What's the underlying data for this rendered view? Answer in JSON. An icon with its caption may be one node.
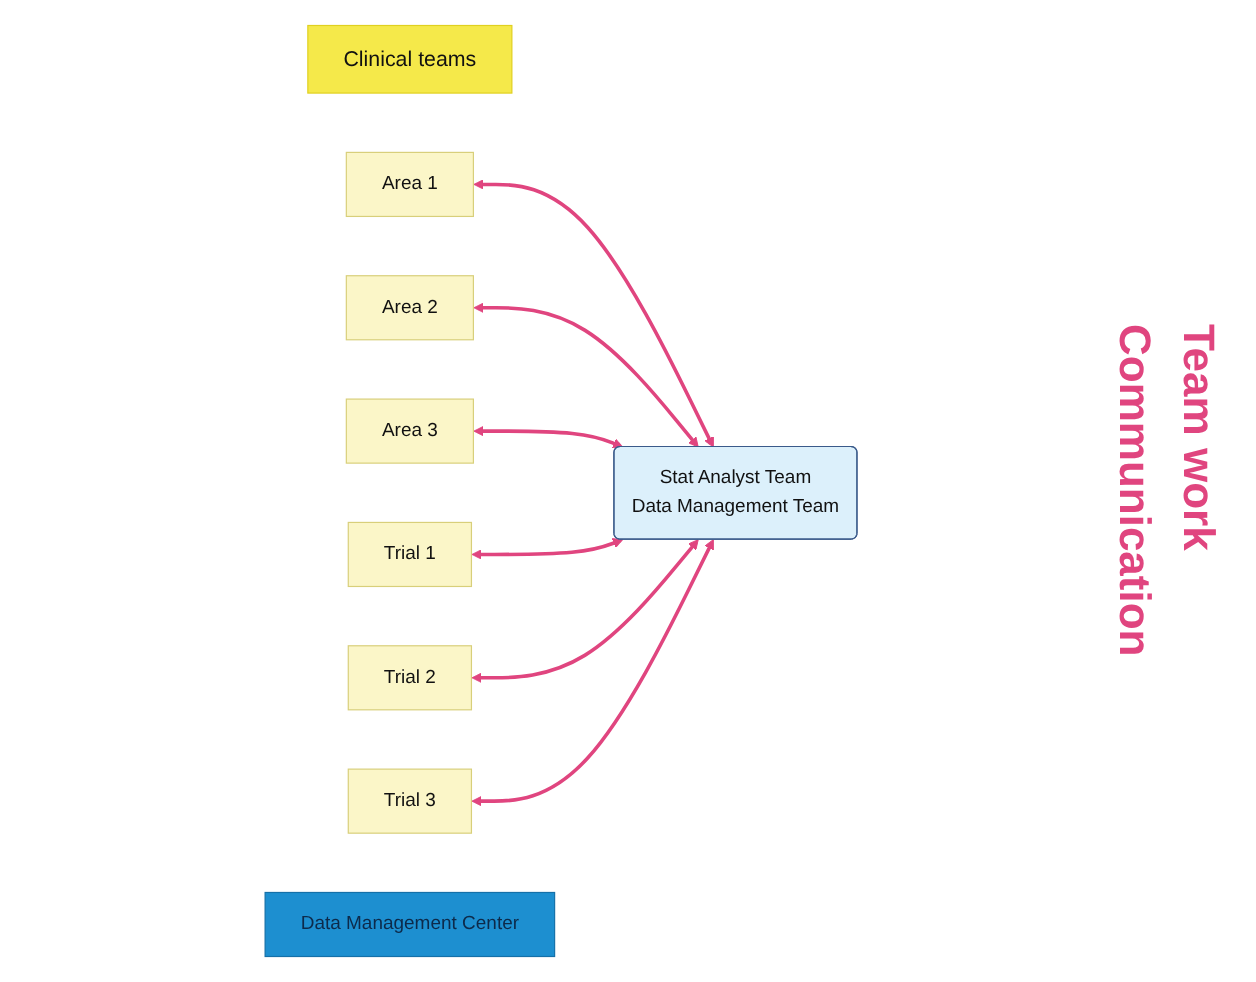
{
  "diagram": {
    "nodes": [
      {
        "text": [
          "Clinical teams"
        ]
      },
      {
        "text": [
          "Area 1"
        ]
      },
      {
        "text": [
          "Area 2"
        ]
      },
      {
        "text": [
          "Area 3"
        ]
      },
      {
        "text": [
          "Trial 1"
        ]
      },
      {
        "text": [
          "Trial 2"
        ]
      },
      {
        "text": [
          "Trial 3"
        ]
      },
      {
        "text": [
          "Data Management Center"
        ]
      },
      {
        "text": [
          "Stat Analyst Team",
          "Data Management Team"
        ]
      }
    ],
    "edges": [
      {
        "from": 1,
        "to": 8,
        "arrow": "both",
        "color": "#e0457f"
      },
      {
        "from": 2,
        "to": 8,
        "arrow": "both",
        "color": "#e0457f"
      },
      {
        "from": 3,
        "to": 8,
        "arrow": "both",
        "color": "#e0457f"
      },
      {
        "from": 4,
        "to": 8,
        "arrow": "both",
        "color": "#e0457f"
      },
      {
        "from": 5,
        "to": 8,
        "arrow": "both",
        "color": "#e0457f"
      },
      {
        "from": 6,
        "to": 8,
        "arrow": "both",
        "color": "#e0457f"
      }
    ],
    "labels": [
      "Communication",
      "Team work"
    ]
  }
}
